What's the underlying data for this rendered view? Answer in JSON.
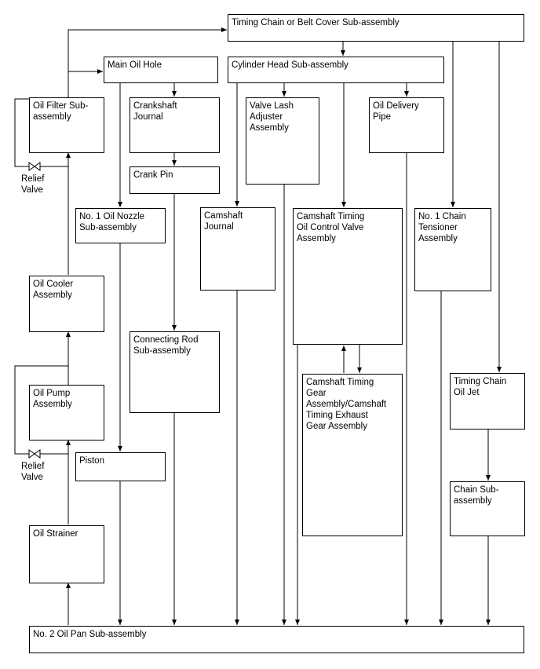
{
  "diagram": {
    "boxes": {
      "timing_cover": "Timing Chain or Belt Cover Sub-assembly",
      "main_oil_hole": "Main Oil Hole",
      "cylinder_head": "Cylinder Head Sub-assembly",
      "oil_filter": "Oil Filter Sub-\nassembly",
      "crankshaft_journal": "Crankshaft\nJournal",
      "valve_lash": "Valve Lash\nAdjuster\nAssembly",
      "oil_delivery": "Oil Delivery\nPipe",
      "crank_pin": "Crank Pin",
      "oil_nozzle": "No. 1 Oil Nozzle\nSub-assembly",
      "camshaft_journal": "Camshaft\nJournal",
      "cam_timing_valve": "Camshaft Timing\nOil Control Valve\nAssembly",
      "chain_tensioner": "No. 1 Chain\nTensioner\nAssembly",
      "oil_cooler": "Oil Cooler\nAssembly",
      "connecting_rod": "Connecting Rod\nSub-assembly",
      "oil_pump": "Oil Pump\nAssembly",
      "cam_timing_gear": "Camshaft Timing\nGear\nAssembly/Camshaft\nTiming Exhaust\nGear Assembly",
      "timing_chain_jet": "Timing Chain\nOil Jet",
      "piston": "Piston",
      "chain_sub": "Chain Sub-\nassembly",
      "oil_strainer": "Oil Strainer",
      "oil_pan": "No. 2 Oil Pan Sub-assembly"
    },
    "notes": {
      "relief_valve_upper": "Relief\nValve",
      "relief_valve_lower": "Relief\nValve"
    }
  }
}
